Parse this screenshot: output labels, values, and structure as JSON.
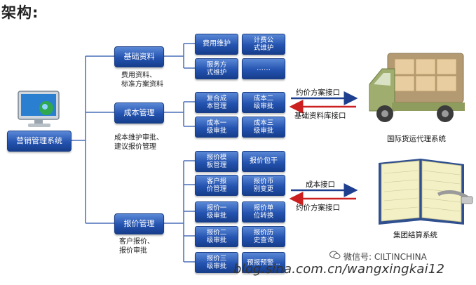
{
  "title": "架构:",
  "root": {
    "label": "营销管理系统"
  },
  "categories": [
    {
      "label": "基础资料",
      "desc": "费用资料、\n标准方案资料"
    },
    {
      "label": "成本管理",
      "desc": "成本维护审批、\n建议报价管理"
    },
    {
      "label": "报价管理",
      "desc": "客户报价、\n报价审批"
    }
  ],
  "modules": {
    "basic": [
      "费用维护",
      "计费公\n式维护",
      "服务方\n式维护",
      "……"
    ],
    "cost": [
      "复合成\n本管理",
      "成本二\n级审批",
      "成本一\n级审批",
      "成本三\n级审批"
    ],
    "quote": [
      "报价模\n板管理",
      "报价包干",
      "客户报\n价管理",
      "报价币\n别变更",
      "报价一\n级审批",
      "报价单\n位转换",
      "报价二\n级审批",
      "报价历\n史查询",
      "报价三\n级审批",
      "预报预警…"
    ]
  },
  "interfaces": {
    "logistics": [
      "约价方案接口",
      "基础资料库接口"
    ],
    "settlement": [
      "成本接口",
      "约价方案接口"
    ]
  },
  "systems": {
    "logistics": "国际货运代理系统",
    "settlement": "集团结算系统"
  },
  "watermark": {
    "wechat": "微信号: CILTINCHINA",
    "blog": "blog.sina.com.cn/wangxingkai12"
  },
  "colors": {
    "box_blue": "#2453b0",
    "line_blue": "#4a6fb8",
    "arrow_blue": "#1e3f8f",
    "arrow_red": "#cc1f1f"
  }
}
